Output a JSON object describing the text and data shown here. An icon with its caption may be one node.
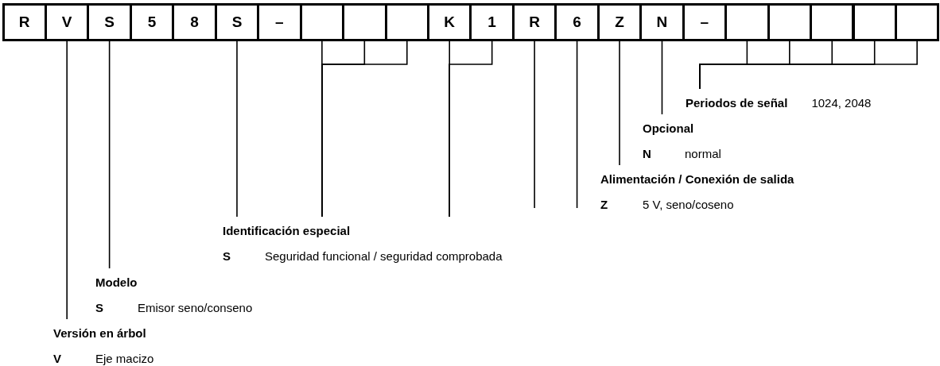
{
  "diagram": {
    "nodes": [
      {
        "text": [
          "R"
        ]
      },
      {
        "text": [
          "V"
        ]
      },
      {
        "text": [
          "S"
        ]
      },
      {
        "text": [
          "5"
        ]
      },
      {
        "text": [
          "8"
        ]
      },
      {
        "text": [
          "S"
        ]
      },
      {
        "text": [
          "–"
        ]
      },
      {
        "text": [],
        "shape": "box"
      },
      {
        "text": [],
        "shape": "box"
      },
      {
        "text": [],
        "shape": "box"
      },
      {
        "text": [
          "K"
        ]
      },
      {
        "text": [
          "1"
        ]
      },
      {
        "text": [
          "R"
        ]
      },
      {
        "text": [
          "6"
        ]
      },
      {
        "text": [
          "Z"
        ]
      },
      {
        "text": [
          "N"
        ]
      },
      {
        "text": [
          "–"
        ]
      },
      {
        "text": [],
        "shape": "box"
      },
      {
        "text": [],
        "shape": "box"
      },
      {
        "text": [],
        "shape": "box"
      },
      {
        "text": [],
        "shape": "box"
      },
      {
        "text": [],
        "shape": "box"
      },
      {
        "text": [
          "Periodos de señal",
          "1024, 2048"
        ]
      },
      {
        "text": [
          "Opcional",
          "N",
          "normal"
        ]
      },
      {
        "text": [
          "Alimentación / Conexión de salida",
          "Z",
          "5 V, seno/coseno"
        ]
      },
      {
        "text": [
          "Identificación especial",
          "S",
          "Seguridad funcional / seguridad comprobada"
        ]
      },
      {
        "text": [
          "Modelo",
          "S",
          "Emisor seno/conseno"
        ]
      },
      {
        "text": [
          "Versión en árbol",
          "V",
          "Eje macizo"
        ]
      }
    ],
    "edges": [
      {
        "from": 1,
        "to": 27,
        "arrow": "none"
      },
      {
        "from": 2,
        "to": 26,
        "arrow": "none"
      },
      {
        "from": 5,
        "to": 25,
        "arrow": "none"
      },
      {
        "from": 7,
        "to": 25,
        "arrow": "none"
      },
      {
        "from": 8,
        "to": 25,
        "arrow": "none"
      },
      {
        "from": 9,
        "to": 25,
        "arrow": "none"
      },
      {
        "from": 10,
        "to": 25,
        "arrow": "none"
      },
      {
        "from": 11,
        "to": 25,
        "arrow": "none"
      },
      {
        "from": 12,
        "to": null,
        "arrow": "none"
      },
      {
        "from": 13,
        "to": null,
        "arrow": "none"
      },
      {
        "from": 14,
        "to": 24,
        "arrow": "none"
      },
      {
        "from": 15,
        "to": 23,
        "arrow": "none"
      },
      {
        "from": 17,
        "to": 22,
        "arrow": "none"
      },
      {
        "from": 18,
        "to": 22,
        "arrow": "none"
      },
      {
        "from": 19,
        "to": 22,
        "arrow": "none"
      },
      {
        "from": 20,
        "to": 22,
        "arrow": "none"
      },
      {
        "from": 21,
        "to": 22,
        "arrow": "none"
      }
    ]
  }
}
